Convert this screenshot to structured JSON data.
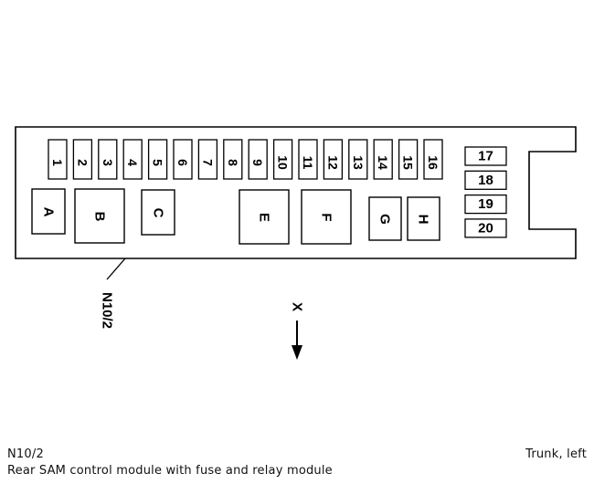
{
  "fuses": [
    "1",
    "2",
    "3",
    "4",
    "5",
    "6",
    "7",
    "8",
    "9",
    "10",
    "11",
    "12",
    "13",
    "14",
    "15",
    "16"
  ],
  "side_fuses": [
    "17",
    "18",
    "19",
    "20"
  ],
  "relays": {
    "A": "A",
    "B": "B",
    "C": "C",
    "E": "E",
    "F": "F",
    "G": "G",
    "H": "H"
  },
  "component_label": "N10/2",
  "direction_label": "X",
  "footer": {
    "code": "N10/2",
    "description": "Rear SAM control module with fuse and relay module",
    "location": "Trunk, left"
  }
}
